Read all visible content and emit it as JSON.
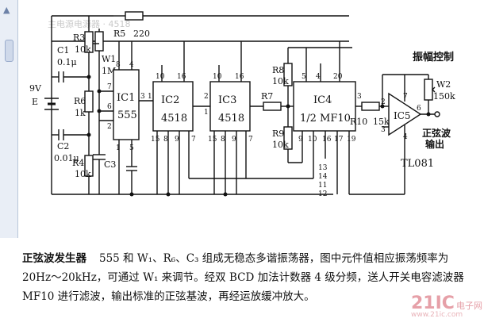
{
  "diagram": {
    "components": {
      "ic1": {
        "name": "IC1",
        "type": "555"
      },
      "ic2": {
        "name": "IC2",
        "type": "4518"
      },
      "ic3": {
        "name": "IC3",
        "type": "4518"
      },
      "ic4": {
        "name": "IC4",
        "type": "1/2 MF10"
      },
      "ic5": {
        "name": "IC5",
        "type": "TL081"
      },
      "r3": {
        "name": "R3",
        "value": "10k"
      },
      "r5": {
        "name": "R5",
        "value": "220"
      },
      "r6": {
        "name": "R6",
        "value": "1k"
      },
      "r4": {
        "name": "R4",
        "value": "10k"
      },
      "r7": {
        "name": "R7",
        "value": ""
      },
      "r8": {
        "name": "R8",
        "value": "10k"
      },
      "r9": {
        "name": "R9",
        "value": "10k"
      },
      "r10": {
        "name": "R10",
        "value": "15k"
      },
      "w1": {
        "name": "W1",
        "value": "1M"
      },
      "w2": {
        "name": "W2",
        "value": "150k"
      },
      "c1": {
        "name": "C1",
        "value": "0.1μ"
      },
      "c2": {
        "name": "C2",
        "value": "0.01μ"
      },
      "c3": {
        "name": "C3",
        "value": ""
      },
      "battery": {
        "voltage": "9V",
        "label": "E"
      }
    },
    "labels": {
      "amp_control": "振幅控制",
      "output_line1": "正弦波",
      "output_line2": "输出"
    },
    "pins": {
      "ic1_8": "8",
      "ic1_4": "4",
      "ic1_7": "7",
      "ic1_6": "6",
      "ic1_2": "2",
      "ic1_3": "3",
      "ic1_1": "1",
      "ic1_5": "5",
      "ic2_10": "10",
      "ic2_16": "16",
      "ic2_1": "1",
      "ic2_15": "15",
      "ic2_8": "8",
      "ic2_9": "9",
      "ic2_7": "7",
      "ic3_10": "10",
      "ic3_16": "16",
      "ic3_2": "2",
      "ic3_1": "1",
      "ic3_15": "15",
      "ic3_8": "8",
      "ic3_9": "9",
      "ic3_7": "7",
      "ic4_5": "5",
      "ic4_4": "4",
      "ic4_20": "20",
      "ic4_9": "9",
      "ic4_10": "10",
      "ic4_13": "13",
      "ic4_14": "14",
      "ic4_11": "11",
      "ic4_12": "12",
      "ic4_16": "16",
      "ic4_17": "17",
      "ic4_19": "19",
      "ic4_3": "3",
      "ic5_7": "7",
      "ic5_2": "2",
      "ic5_3": "3",
      "ic5_6": "6",
      "ic5_4": "4"
    }
  },
  "caption": {
    "title": "正弦波发生器",
    "body": "555 和 W₁、R₆、C₃ 组成无稳态多谐振荡器，图中元件值相应振荡频率为 20Hz～20kHz，可通过 W₁ 来调节。经双 BCD 加法计数器 4 级分频，送人开关电容滤波器 MF10 进行滤波，输出标准的正弦基波，再经运放缓冲放大。"
  },
  "watermark": {
    "brand": "21IC",
    "sub": "电子网",
    "url": "www.21ic.com"
  },
  "ghost_toolbar": "主电源电源器 · 4518"
}
